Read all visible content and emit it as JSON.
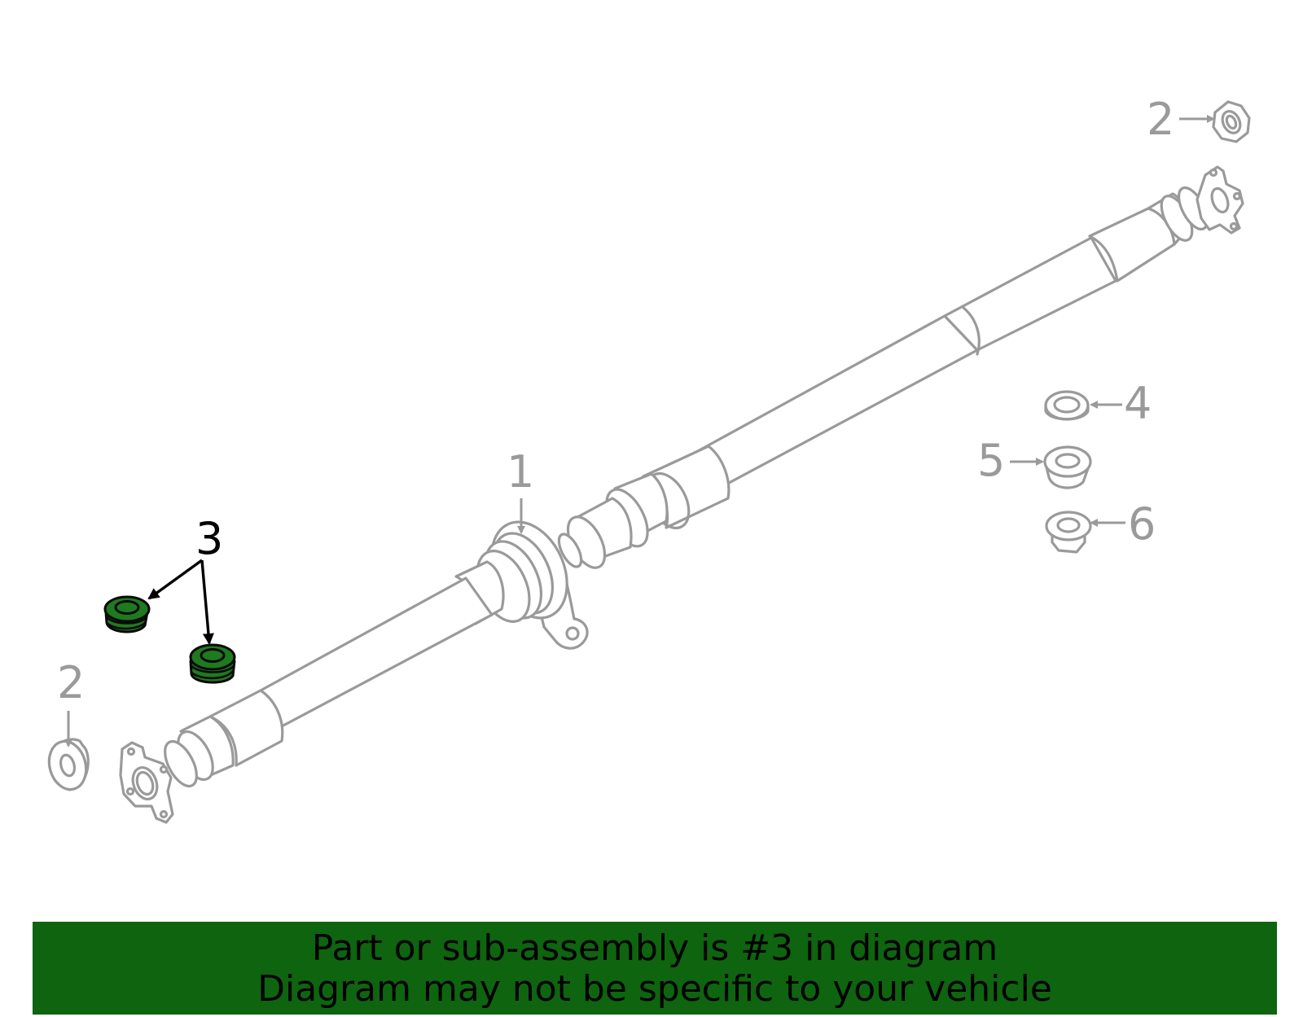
{
  "callouts": {
    "c1": "1",
    "c2_top": "2",
    "c2_bottom": "2",
    "c3": "3",
    "c4": "4",
    "c5": "5",
    "c6": "6"
  },
  "highlight_color": "#1f7a1f",
  "banner": {
    "line1": "Part or sub-assembly is #3 in diagram",
    "line2": "Diagram may not be specific to your vehicle",
    "background": "#0f640f"
  }
}
